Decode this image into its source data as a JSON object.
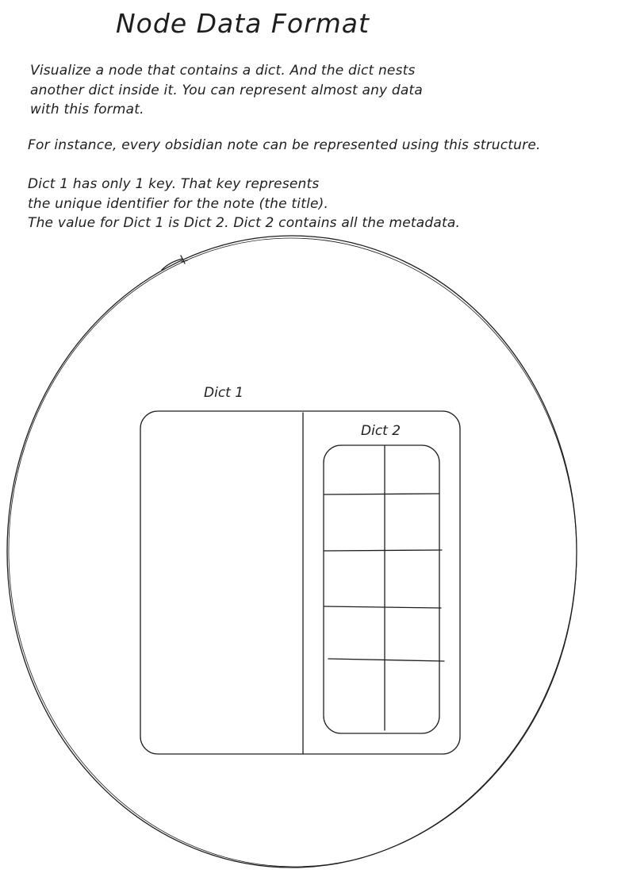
{
  "title": "Node Data Format",
  "paragraphs": {
    "p1": [
      "Visualize a node that contains a dict. And the dict nests",
      "another dict inside it. You can represent almost any data",
      "with this format."
    ],
    "p2": [
      "For instance, every obsidian note can be represented using this structure."
    ],
    "p3": [
      "Dict 1 has only 1 key. That key represents",
      "the unique identifier for the note (the title).",
      "The value for Dict 1 is Dict 2. Dict 2 contains all the metadata."
    ]
  },
  "diagram": {
    "outer_label": "Dict 1",
    "inner_label": "Dict 2",
    "inner_grid": {
      "rows": 5,
      "columns": 2
    }
  },
  "colors": {
    "stroke": "#1e1e1e",
    "background": "#ffffff"
  }
}
